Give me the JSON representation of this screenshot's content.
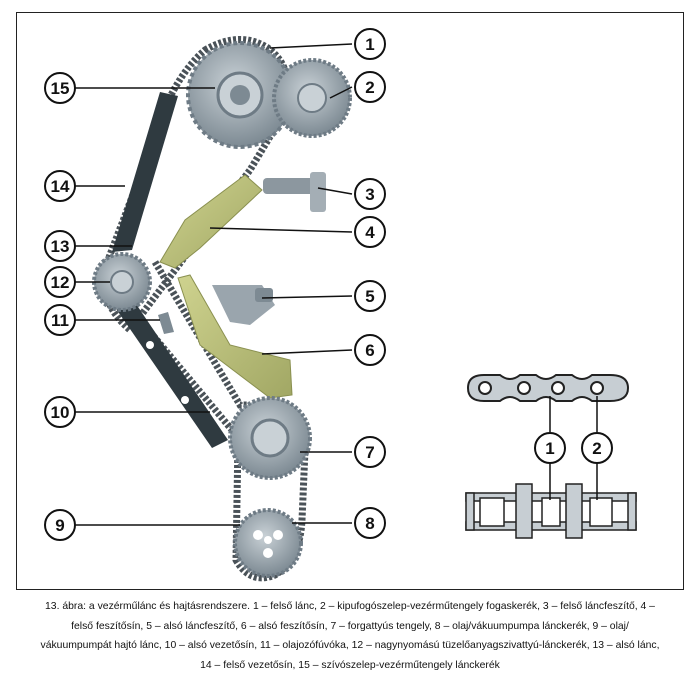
{
  "callouts": [
    {
      "id": "1",
      "number": "1"
    },
    {
      "id": "2",
      "number": "2"
    },
    {
      "id": "3",
      "number": "3"
    },
    {
      "id": "4",
      "number": "4"
    },
    {
      "id": "5",
      "number": "5"
    },
    {
      "id": "6",
      "number": "6"
    },
    {
      "id": "7",
      "number": "7"
    },
    {
      "id": "8",
      "number": "8"
    },
    {
      "id": "9",
      "number": "9"
    },
    {
      "id": "10",
      "number": "10"
    },
    {
      "id": "11",
      "number": "11"
    },
    {
      "id": "12",
      "number": "12"
    },
    {
      "id": "13",
      "number": "13"
    },
    {
      "id": "14",
      "number": "14"
    },
    {
      "id": "15",
      "number": "15"
    }
  ],
  "chain_detail": {
    "callouts": [
      {
        "id": "1",
        "number": "1"
      },
      {
        "id": "2",
        "number": "2"
      }
    ]
  },
  "caption": {
    "line1": "13. ábra: a vezérmű­lánc és hajtásrendszere. 1 – felső lánc, 2 – kipufogószelep-vezérműtengely fogaskerék, 3 – felső láncfeszítő, 4 –",
    "line2": "felső feszítősín, 5 – alsó láncfeszítő, 6 – alsó feszítősín, 7 – forgattyús tengely, 8 – olaj/vákuumpumpa lánckerék, 9 – olaj/",
    "line3": "vákuumpumpát hajtó lánc, 10 – alsó vezetősín, 11 – olajozófúvóka, 12 – nagynyomású tüzelőanyagszivattyú-lánckerék, 13 – alsó lánc,",
    "line4": "14 – felső vezetősín, 15 – szívószelep-vezérműtengely lánckerék"
  },
  "colors": {
    "gear": "#9aa6af",
    "gear_dark": "#6e7b85",
    "guide_dark": "#2f3a40",
    "tensioner_rail": "#b9bf7a",
    "chain": "#4a5258"
  }
}
